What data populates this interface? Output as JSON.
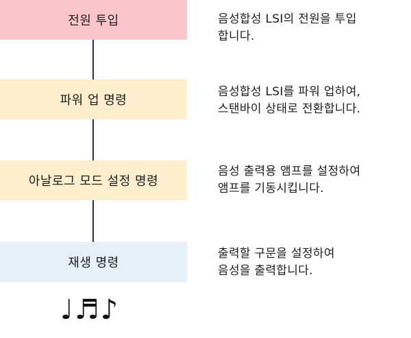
{
  "steps": [
    {
      "label": "전원 투입",
      "description": "음성합성 LSI의 전원을 투입\n합니다.",
      "color": "#fbc5cc"
    },
    {
      "label": "파워 업 명령",
      "description": "음성합성 LSI를 파워 업하여,\n스탠바이 상태로 전환합니다.",
      "color": "#fdeecd"
    },
    {
      "label": "아날로그 모드 설정 명령",
      "description": "음성 출력용 앰프를 설정하여\n앰프를 기동시킵니다.",
      "color": "#fdeecd"
    },
    {
      "label": "재생 명령",
      "description": "출력할 구문을 설정하여\n음성을 출력합니다.",
      "color": "#e7eff9"
    }
  ],
  "notes_glyphs": "♩♬♪",
  "connector_color": "#2a2d5a"
}
